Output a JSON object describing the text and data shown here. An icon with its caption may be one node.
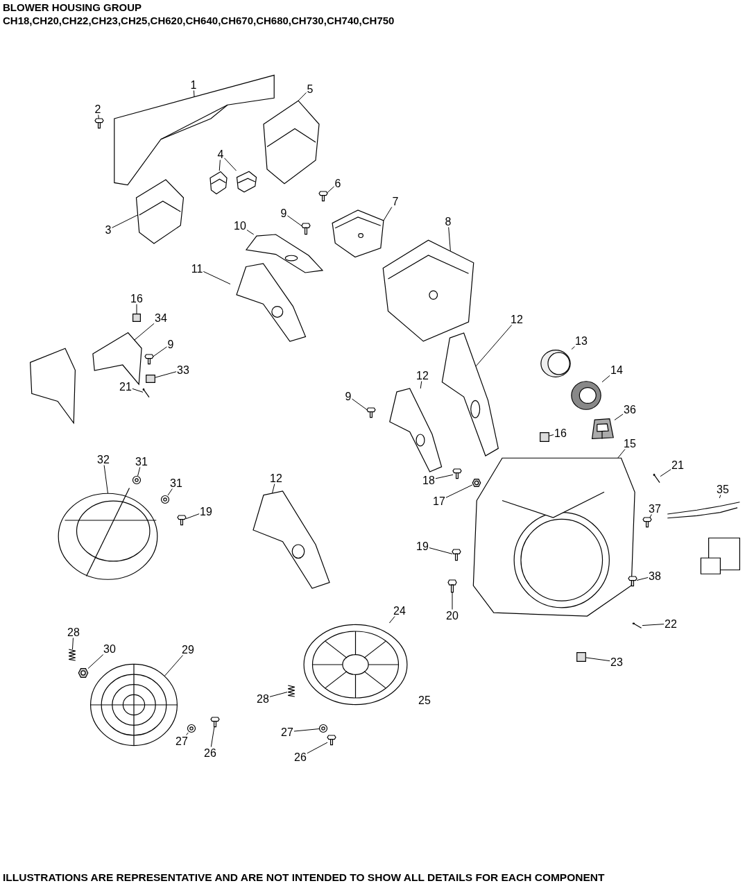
{
  "diagram": {
    "title": "BLOWER HOUSING GROUP",
    "caption": "ILLUSTRATIONS ARE REPRESENTATIVE AND ARE NOT INTENDED TO SHOW ALL DETAILS FOR EACH COMPONENT",
    "labels": [
      "CH18,CH20,CH22,CH23,CH25,CH620,CH640,CH670,CH680,CH730,CH740,CH750",
      "25"
    ],
    "nodes": [
      {
        "text": [
          "1"
        ]
      },
      {
        "text": [],
        "shape": "picture"
      },
      {
        "text": [
          "2"
        ]
      },
      {
        "text": [],
        "shape": "picture"
      },
      {
        "text": [
          "3"
        ]
      },
      {
        "text": [],
        "shape": "picture"
      },
      {
        "text": [
          "4"
        ]
      },
      {
        "text": [],
        "shape": "picture"
      },
      {
        "text": [],
        "shape": "picture"
      },
      {
        "text": [
          "5"
        ]
      },
      {
        "text": [],
        "shape": "picture"
      },
      {
        "text": [
          "6"
        ]
      },
      {
        "text": [],
        "shape": "picture"
      },
      {
        "text": [
          "7"
        ]
      },
      {
        "text": [],
        "shape": "picture"
      },
      {
        "text": [
          "8"
        ]
      },
      {
        "text": [],
        "shape": "picture"
      },
      {
        "text": [
          "9"
        ]
      },
      {
        "text": [],
        "shape": "picture"
      },
      {
        "text": [
          "10"
        ]
      },
      {
        "text": [],
        "shape": "picture"
      },
      {
        "text": [
          "11"
        ]
      },
      {
        "text": [],
        "shape": "picture"
      },
      {
        "text": [
          "16"
        ]
      },
      {
        "text": [],
        "shape": "box"
      },
      {
        "text": [
          "34"
        ]
      },
      {
        "text": [],
        "shape": "picture"
      },
      {
        "text": [
          "9"
        ]
      },
      {
        "text": [],
        "shape": "picture"
      },
      {
        "text": [
          "33"
        ]
      },
      {
        "text": [],
        "shape": "box"
      },
      {
        "text": [
          "21"
        ]
      },
      {
        "text": [],
        "shape": "picture"
      },
      {
        "text": [
          "12"
        ]
      },
      {
        "text": [],
        "shape": "picture"
      },
      {
        "text": [
          "13"
        ]
      },
      {
        "text": [],
        "shape": "picture"
      },
      {
        "text": [
          "14"
        ]
      },
      {
        "text": [],
        "shape": "picture"
      },
      {
        "text": [
          "12"
        ]
      },
      {
        "text": [],
        "shape": "picture"
      },
      {
        "text": [
          "9"
        ]
      },
      {
        "text": [],
        "shape": "picture"
      },
      {
        "text": [
          "36"
        ]
      },
      {
        "text": [],
        "shape": "picture"
      },
      {
        "text": [
          "16"
        ]
      },
      {
        "text": [],
        "shape": "box"
      },
      {
        "text": [
          "15"
        ]
      },
      {
        "text": [],
        "shape": "picture"
      },
      {
        "text": [
          "21"
        ]
      },
      {
        "text": [],
        "shape": "picture"
      },
      {
        "text": [
          "35"
        ]
      },
      {
        "text": [],
        "shape": "picture"
      },
      {
        "text": [
          "18"
        ]
      },
      {
        "text": [],
        "shape": "picture"
      },
      {
        "text": [
          "17"
        ]
      },
      {
        "text": [],
        "shape": "picture"
      },
      {
        "text": [
          "32"
        ]
      },
      {
        "text": [],
        "shape": "picture"
      },
      {
        "text": [
          "31"
        ]
      },
      {
        "text": [],
        "shape": "picture"
      },
      {
        "text": [
          "31"
        ]
      },
      {
        "text": [],
        "shape": "picture"
      },
      {
        "text": [
          "19"
        ]
      },
      {
        "text": [],
        "shape": "picture"
      },
      {
        "text": [
          "12"
        ]
      },
      {
        "text": [],
        "shape": "picture"
      },
      {
        "text": [
          "37"
        ]
      },
      {
        "text": [],
        "shape": "picture"
      },
      {
        "text": [
          "19"
        ]
      },
      {
        "text": [],
        "shape": "picture"
      },
      {
        "text": [
          "38"
        ]
      },
      {
        "text": [],
        "shape": "picture"
      },
      {
        "text": [
          "20"
        ]
      },
      {
        "text": [],
        "shape": "picture"
      },
      {
        "text": [
          "22"
        ]
      },
      {
        "text": [],
        "shape": "picture"
      },
      {
        "text": [
          "23"
        ]
      },
      {
        "text": [],
        "shape": "box"
      },
      {
        "text": [
          "24"
        ]
      },
      {
        "text": [],
        "shape": "picture"
      },
      {
        "text": [
          "28"
        ]
      },
      {
        "text": [],
        "shape": "picture"
      },
      {
        "text": [
          "30"
        ]
      },
      {
        "text": [],
        "shape": "picture"
      },
      {
        "text": [
          "29"
        ]
      },
      {
        "text": [],
        "shape": "picture"
      },
      {
        "text": [
          "28"
        ]
      },
      {
        "text": [],
        "shape": "picture"
      },
      {
        "text": [
          "27"
        ]
      },
      {
        "text": [],
        "shape": "picture"
      },
      {
        "text": [
          "26"
        ]
      },
      {
        "text": [],
        "shape": "picture"
      },
      {
        "text": [
          "27"
        ]
      },
      {
        "text": [],
        "shape": "picture"
      },
      {
        "text": [
          "26"
        ]
      },
      {
        "text": [],
        "shape": "picture"
      }
    ],
    "edges": [
      {
        "from": 0,
        "to": 1,
        "arrow": "none"
      },
      {
        "from": 2,
        "to": 3,
        "arrow": "none"
      },
      {
        "from": 4,
        "to": 5,
        "arrow": "none"
      },
      {
        "from": 6,
        "to": 7,
        "arrow": "none"
      },
      {
        "from": 6,
        "to": 8,
        "arrow": "none"
      },
      {
        "from": 9,
        "to": 10,
        "arrow": "none"
      },
      {
        "from": 11,
        "to": 12,
        "arrow": "none"
      },
      {
        "from": 13,
        "to": 14,
        "arrow": "none"
      },
      {
        "from": 15,
        "to": 16,
        "arrow": "none"
      },
      {
        "from": 17,
        "to": 18,
        "arrow": "none"
      },
      {
        "from": 19,
        "to": 20,
        "arrow": "none"
      },
      {
        "from": 21,
        "to": 22,
        "arrow": "none"
      },
      {
        "from": 23,
        "to": 24,
        "arrow": "none"
      },
      {
        "from": 25,
        "to": 26,
        "arrow": "none"
      },
      {
        "from": 27,
        "to": 28,
        "arrow": "none"
      },
      {
        "from": 29,
        "to": 30,
        "arrow": "none"
      },
      {
        "from": 31,
        "to": 32,
        "arrow": "none"
      },
      {
        "from": 33,
        "to": 34,
        "arrow": "none"
      },
      {
        "from": 35,
        "to": 36,
        "arrow": "none"
      },
      {
        "from": 37,
        "to": 38,
        "arrow": "none"
      },
      {
        "from": 39,
        "to": 40,
        "arrow": "none"
      },
      {
        "from": 41,
        "to": 42,
        "arrow": "none"
      },
      {
        "from": 43,
        "to": 44,
        "arrow": "none"
      },
      {
        "from": 45,
        "to": 46,
        "arrow": "none"
      },
      {
        "from": 47,
        "to": 48,
        "arrow": "none"
      },
      {
        "from": 49,
        "to": 50,
        "arrow": "none"
      },
      {
        "from": 51,
        "to": 52,
        "arrow": "none"
      },
      {
        "from": 53,
        "to": 54,
        "arrow": "none"
      },
      {
        "from": 55,
        "to": 56,
        "arrow": "none"
      },
      {
        "from": 57,
        "to": 58,
        "arrow": "none"
      },
      {
        "from": 59,
        "to": 60,
        "arrow": "none"
      },
      {
        "from": 61,
        "to": 62,
        "arrow": "none"
      },
      {
        "from": 63,
        "to": 64,
        "arrow": "none"
      },
      {
        "from": 65,
        "to": 66,
        "arrow": "none"
      },
      {
        "from": 67,
        "to": 68,
        "arrow": "none"
      },
      {
        "from": 69,
        "to": 70,
        "arrow": "none"
      },
      {
        "from": 71,
        "to": 72,
        "arrow": "none"
      },
      {
        "from": 73,
        "to": 74,
        "arrow": "none"
      },
      {
        "from": 75,
        "to": 76,
        "arrow": "none"
      },
      {
        "from": 77,
        "to": 78,
        "arrow": "none"
      },
      {
        "from": 79,
        "to": 80,
        "arrow": "none"
      },
      {
        "from": 81,
        "to": 82,
        "arrow": "none"
      },
      {
        "from": 83,
        "to": 84,
        "arrow": "none"
      },
      {
        "from": 85,
        "to": 86,
        "arrow": "none"
      },
      {
        "from": 87,
        "to": 88,
        "arrow": "none"
      },
      {
        "from": 89,
        "to": 90,
        "arrow": "none"
      },
      {
        "from": 91,
        "to": 92,
        "arrow": "none"
      },
      {
        "from": 93,
        "to": 94,
        "arrow": "none"
      },
      {
        "from": 95,
        "to": 96,
        "arrow": "none"
      }
    ]
  }
}
